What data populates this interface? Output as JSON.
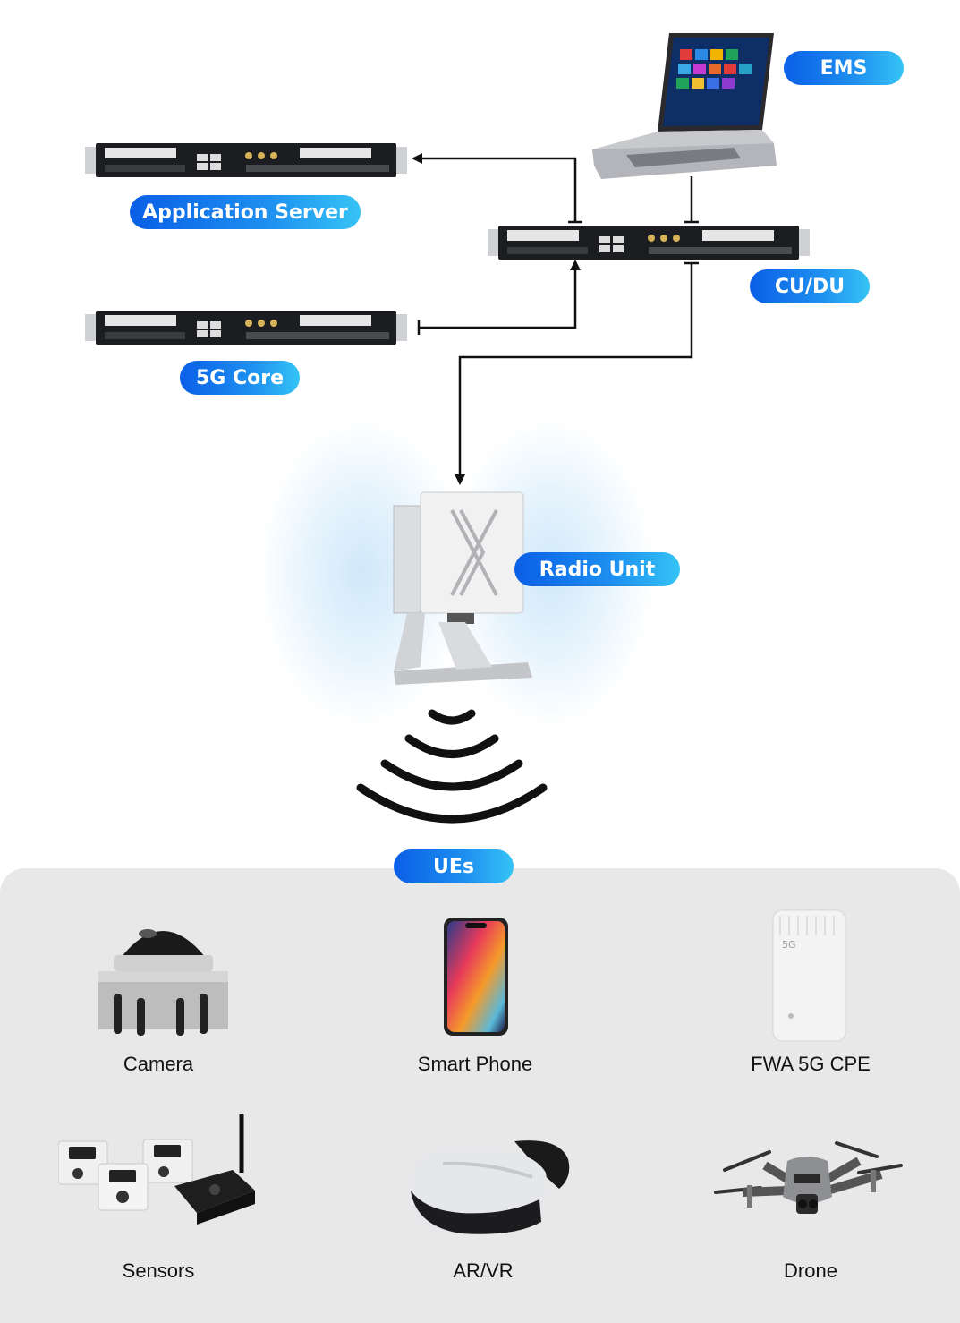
{
  "nodes": {
    "ems": "EMS",
    "app_server": "Application Server",
    "cu_du": "CU/DU",
    "core": "5G Core",
    "radio_unit": "Radio Unit",
    "ues": "UEs"
  },
  "devices": [
    {
      "label": "Camera",
      "icon": "dome-camera-icon"
    },
    {
      "label": "Smart Phone",
      "icon": "smartphone-icon"
    },
    {
      "label": "FWA 5G CPE",
      "icon": "router-icon"
    },
    {
      "label": "Sensors",
      "icon": "sensor-icon"
    },
    {
      "label": "AR/VR",
      "icon": "vr-headset-icon"
    },
    {
      "label": "Drone",
      "icon": "drone-icon"
    }
  ],
  "device_5g_mark": "5G",
  "colors": {
    "pill_start": "#0a5fe6",
    "pill_end": "#35c3f5",
    "line": "#111111",
    "panel": "#e8e8e8"
  }
}
